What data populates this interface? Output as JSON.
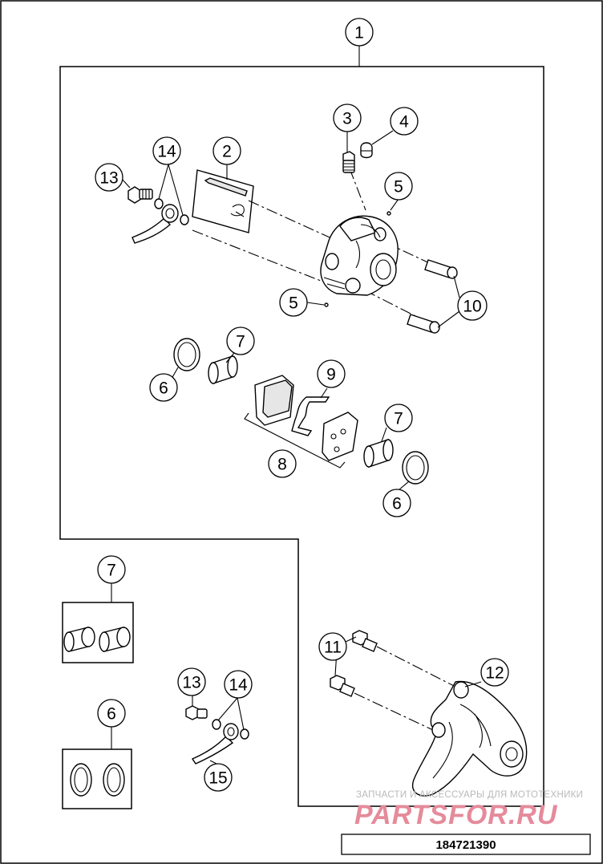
{
  "callouts": {
    "c1": "1",
    "c2": "2",
    "c3": "3",
    "c4": "4",
    "c5a": "5",
    "c5b": "5",
    "c6a": "6",
    "c6b": "6",
    "c6c": "6",
    "c7a": "7",
    "c7b": "7",
    "c7c": "7",
    "c8": "8",
    "c9": "9",
    "c10": "10",
    "c11": "11",
    "c12": "12",
    "c13a": "13",
    "c13b": "13",
    "c14a": "14",
    "c14b": "14",
    "c15": "15"
  },
  "watermark": {
    "caption": "ЗАПЧАСТИ И АКСЕССУАРЫ ДЛЯ МОТОТЕХНИКИ",
    "brand": "PARTSFOR.RU"
  },
  "drawing_number": "184721390",
  "colors": {
    "line": "#000000",
    "watermark_brand": "#e58b9b",
    "watermark_caption": "#b9b9b9"
  }
}
